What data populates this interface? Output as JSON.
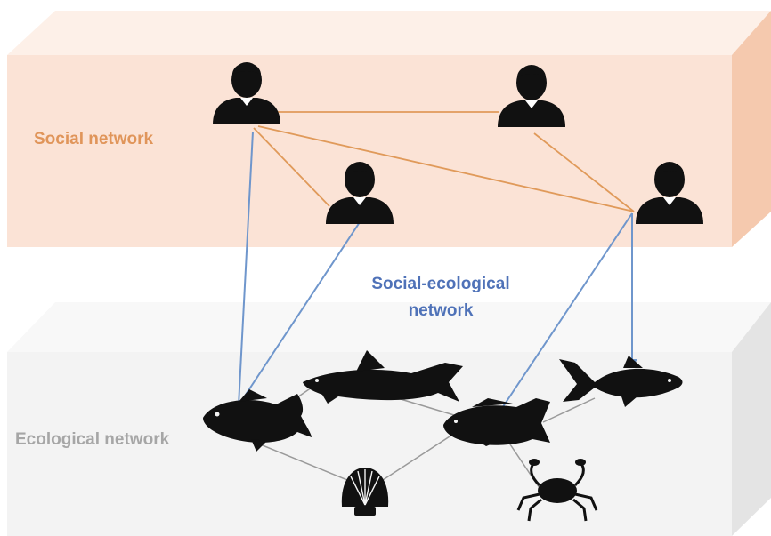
{
  "labels": {
    "social_network": "Social network",
    "social_ecological_network_line1": "Social-ecological",
    "social_ecological_network_line2": "network",
    "ecological_network": "Ecological network"
  },
  "colors": {
    "social_layer_front": "#fbe3d6",
    "social_layer_top": "#fdf0e8",
    "social_layer_side": "#f5c9ae",
    "ecological_layer_front": "#f3f3f3",
    "ecological_layer_top": "#f8f8f8",
    "ecological_layer_side": "#e4e4e4",
    "social_text": "#e0955a",
    "social_links": "#e09a5a",
    "cross_links": "#6f96cc",
    "cross_text": "#4f72b8",
    "ecological_text": "#a6a6a6",
    "ecological_links": "#9a9a9a",
    "silhouette": "#111111"
  },
  "nodes": {
    "people": [
      "person-icon",
      "person-icon",
      "person-icon",
      "person-icon"
    ],
    "species": [
      "goldfish-icon",
      "shark-icon",
      "grouper-icon",
      "tuna-icon",
      "scallop-icon",
      "crab-icon"
    ]
  }
}
